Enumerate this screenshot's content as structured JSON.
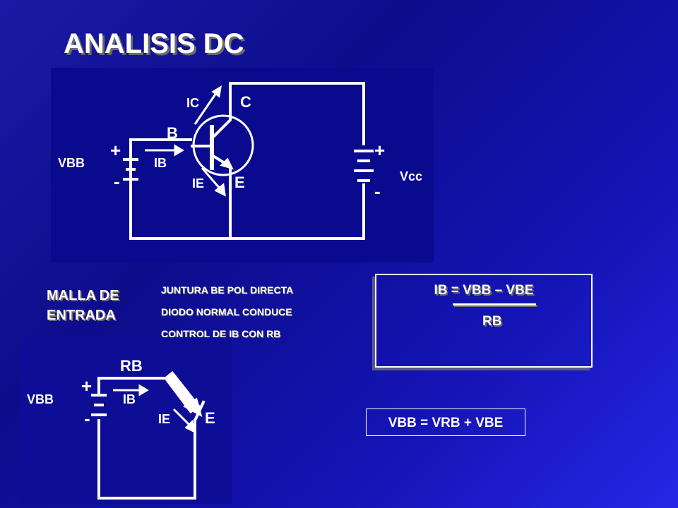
{
  "title": "ANALISIS DC",
  "circuit_top": {
    "labels": {
      "vbb": "VBB",
      "plus_left": "+",
      "minus_left": "-",
      "ib": "IB",
      "b": "B",
      "ic": "IC",
      "c": "C",
      "ie": "IE",
      "e": "E",
      "plus_right": "+",
      "minus_right": "-",
      "vcc": "Vcc"
    }
  },
  "malla": {
    "line1": "MALLA DE",
    "line2": "ENTRADA"
  },
  "notes": [
    "JUNTURA BE POL DIRECTA",
    "DIODO NORMAL CONDUCE",
    "CONTROL DE IB CON RB"
  ],
  "formula": {
    "numerator": "IB = VBB – VBE",
    "denominator": "RB"
  },
  "equation": "VBB = VRB + VBE",
  "circuit_bottom": {
    "labels": {
      "rb": "RB",
      "vbb": "VBB",
      "plus": "+",
      "minus": "-",
      "ib": "IB",
      "ie": "IE",
      "e": "E"
    }
  }
}
